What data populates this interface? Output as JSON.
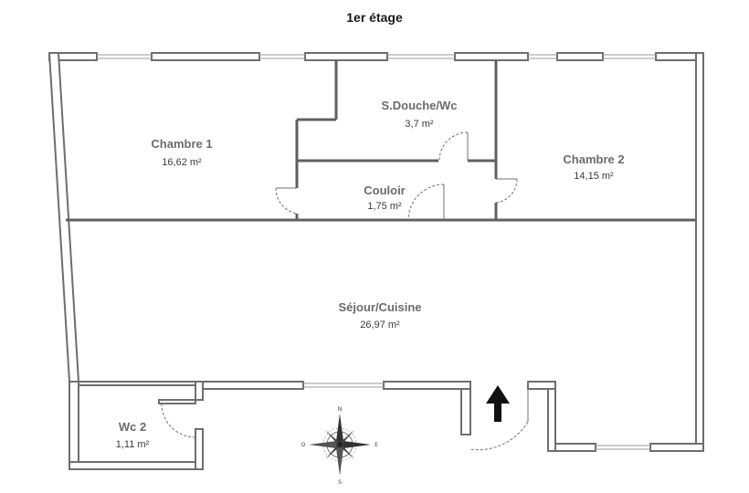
{
  "floor_title": "1er étage",
  "rooms": [
    {
      "id": "chambre-1",
      "name": "Chambre 1",
      "area": "16,62 m²"
    },
    {
      "id": "sdouche-wc",
      "name": "S.Douche/Wc",
      "area": "3,7 m²"
    },
    {
      "id": "chambre-2",
      "name": "Chambre 2",
      "area": "14,15 m²"
    },
    {
      "id": "couloir",
      "name": "Couloir",
      "area": "1,75 m²"
    },
    {
      "id": "sejour-cuisine",
      "name": "Séjour/Cuisine",
      "area": "26,97 m²"
    },
    {
      "id": "wc-2",
      "name": "Wc 2",
      "area": "1,11 m²"
    }
  ],
  "compass": {
    "letters": [
      "N",
      "E",
      "S",
      "O"
    ]
  },
  "entrance_arrow": "arrow-up-icon",
  "colors": {
    "wall": "#6e6e6e",
    "wall_fill": "#ffffff",
    "door_arc": "#707070",
    "window": "#9a9a9a"
  }
}
